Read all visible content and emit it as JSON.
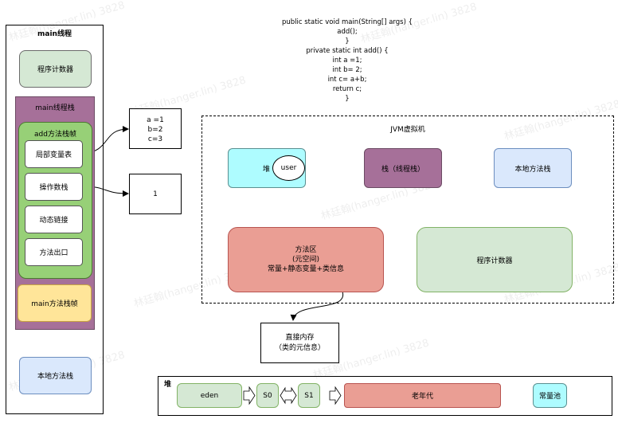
{
  "watermark": "林廷翰(hanger.lin) 3828",
  "main_thread": {
    "title": "main线程",
    "pc": "程序计数器",
    "thread_stack": "main线程栈",
    "add_frame": {
      "title": "add方法栈帧",
      "items": [
        "局部变量表",
        "操作数栈",
        "动态链接",
        "方法出口"
      ]
    },
    "main_frame": "main方法栈帧",
    "native_stack": "本地方法栈"
  },
  "local_vars_values": [
    "a =1",
    "b=2",
    "c=3"
  ],
  "operand_value": "1",
  "code_lines": [
    "public static void main(String[] args) {",
    "add();",
    "}",
    "private static int add() {",
    "int a =1;",
    "int b= 2;",
    "int c= a+b;",
    "return c;",
    "}"
  ],
  "jvm": {
    "title": "JVM虚拟机",
    "heap": "堆",
    "user": "user",
    "stack": "栈（线程栈）",
    "native_stack": "本地方法栈",
    "method_area_lines": [
      "方法区",
      "(元空间)",
      "常量+静态变量+类信息"
    ],
    "pc": "程序计数器"
  },
  "direct_memory_lines": [
    "直接内存",
    "（类的元信息）"
  ],
  "heap_layout": {
    "title": "堆",
    "eden": "eden",
    "s0": "S0",
    "s1": "S1",
    "old": "老年代",
    "const_pool": "常量池"
  }
}
